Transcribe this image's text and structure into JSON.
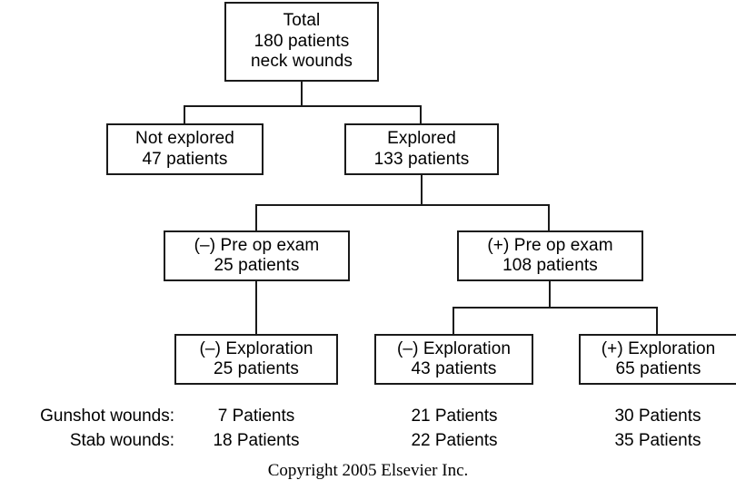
{
  "chart_data": {
    "type": "diagram",
    "title": "Neck wounds management flowchart",
    "nodes": [
      {
        "id": "total",
        "lines": [
          "Total",
          "180 patients",
          "neck wounds"
        ],
        "count": 180,
        "level": 0
      },
      {
        "id": "not-explored",
        "lines": [
          "Not explored",
          "47 patients"
        ],
        "count": 47,
        "level": 1
      },
      {
        "id": "explored",
        "lines": [
          "Explored",
          "133 patients"
        ],
        "count": 133,
        "level": 1
      },
      {
        "id": "neg-preop",
        "lines": [
          "(–) Pre op exam",
          "25 patients"
        ],
        "count": 25,
        "level": 2
      },
      {
        "id": "pos-preop",
        "lines": [
          "(+) Pre op exam",
          "108 patients"
        ],
        "count": 108,
        "level": 2
      },
      {
        "id": "neg-expl-25",
        "lines": [
          "(–) Exploration",
          "25 patients"
        ],
        "count": 25,
        "level": 3
      },
      {
        "id": "neg-expl-43",
        "lines": [
          "(–) Exploration",
          "43 patients"
        ],
        "count": 43,
        "level": 3
      },
      {
        "id": "pos-expl-65",
        "lines": [
          "(+) Exploration",
          "65 patients"
        ],
        "count": 65,
        "level": 3
      }
    ],
    "edges": [
      {
        "from": "total",
        "to": "not-explored"
      },
      {
        "from": "total",
        "to": "explored"
      },
      {
        "from": "explored",
        "to": "neg-preop"
      },
      {
        "from": "explored",
        "to": "pos-preop"
      },
      {
        "from": "neg-preop",
        "to": "neg-expl-25"
      },
      {
        "from": "pos-preop",
        "to": "neg-expl-43"
      },
      {
        "from": "pos-preop",
        "to": "pos-expl-65"
      }
    ],
    "summary_table": {
      "row_labels": [
        "Gunshot wounds:",
        "Stab wounds:"
      ],
      "columns": [
        "neg-expl-25",
        "neg-expl-43",
        "pos-expl-65"
      ],
      "values": [
        [
          7,
          21,
          30
        ],
        [
          18,
          22,
          35
        ]
      ],
      "cell_suffix": "Patients"
    }
  },
  "nodes": {
    "total": {
      "line1": "Total",
      "line2": "180 patients",
      "line3": "neck wounds"
    },
    "not_explored": {
      "line1": "Not explored",
      "line2": "47 patients"
    },
    "explored": {
      "line1": "Explored",
      "line2": "133 patients"
    },
    "neg_preop": {
      "line1": "(–) Pre op exam",
      "line2": "25 patients"
    },
    "pos_preop": {
      "line1": "(+) Pre op exam",
      "line2": "108 patients"
    },
    "neg_expl_25": {
      "line1": "(–) Exploration",
      "line2": "25 patients"
    },
    "neg_expl_43": {
      "line1": "(–) Exploration",
      "line2": "43 patients"
    },
    "pos_expl_65": {
      "line1": "(+) Exploration",
      "line2": "65 patients"
    }
  },
  "summary": {
    "rows": [
      {
        "label": "Gunshot wounds:",
        "c0": "7 Patients",
        "c1": "21 Patients",
        "c2": "30 Patients"
      },
      {
        "label": "Stab wounds:",
        "c0": "18 Patients",
        "c1": "22 Patients",
        "c2": "35 Patients"
      }
    ]
  },
  "copyright": "Copyright 2005 Elsevier Inc.",
  "colors": {
    "stroke": "#1a1a1a",
    "background": "#ffffff",
    "text": "#000000"
  }
}
